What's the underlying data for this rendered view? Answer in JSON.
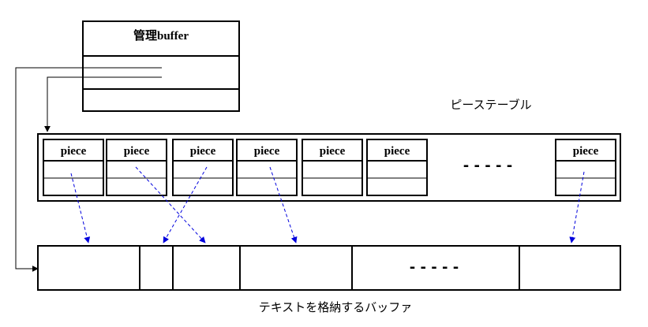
{
  "manager": {
    "title": "管理buffer"
  },
  "piece_table": {
    "label": "ピーステーブル",
    "pieces": [
      "piece",
      "piece",
      "piece",
      "piece",
      "piece",
      "piece",
      "piece"
    ],
    "ellipsis": "- - - - -"
  },
  "text_buffer": {
    "label": "テキストを格納するバッファ",
    "ellipsis": "- - - - -"
  },
  "colors": {
    "line": "#000000",
    "pointer_arrow": "#0000dd",
    "background": "#ffffff"
  }
}
